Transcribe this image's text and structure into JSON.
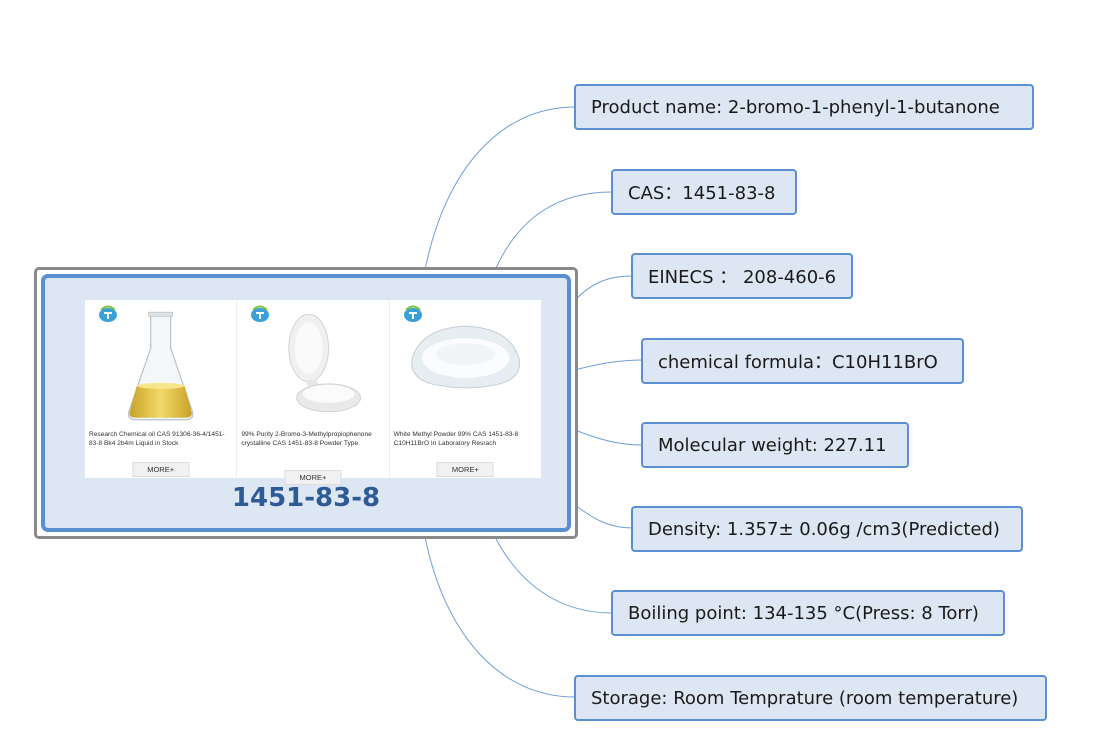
{
  "central": {
    "title": "1451-83-8",
    "products": [
      {
        "desc": "Research Chemical oil CAS 91306-36-4/1451-83-8 Bk4 2b4m Liquid in Stock",
        "more": "MORE+"
      },
      {
        "desc": "99% Purity 2-Bromo-3-Methylpropiophenone crystalline CAS 1451-83-8 Powder Type",
        "more": "MORE+"
      },
      {
        "desc": "White Methyl Powder 99% CAS 1451-83-8 C10H11BrO In Laboratory Resrach",
        "more": "MORE+"
      }
    ]
  },
  "branches": [
    {
      "id": "product-name",
      "text": "Product name: 2-bromo-1-phenyl-1-butanone"
    },
    {
      "id": "cas",
      "text": "CAS：1451-83-8"
    },
    {
      "id": "einecs",
      "text": "EINECS ： 208-460-6"
    },
    {
      "id": "chemical-formula",
      "text": "chemical formula：C10H11BrO"
    },
    {
      "id": "molecular-weight",
      "text": "Molecular weight: 227.11"
    },
    {
      "id": "density",
      "text": "Density: 1.357± 0.06g /cm3(Predicted)"
    },
    {
      "id": "boiling-point",
      "text": "Boiling point: 134-135 °C(Press: 8 Torr)"
    },
    {
      "id": "storage",
      "text": "Storage: Room Temprature (room temperature)"
    }
  ],
  "colors": {
    "node_fill": "#dde7f3",
    "node_border": "#5b8fd3",
    "title": "#2e5a96",
    "link": "#5b8fd3"
  }
}
